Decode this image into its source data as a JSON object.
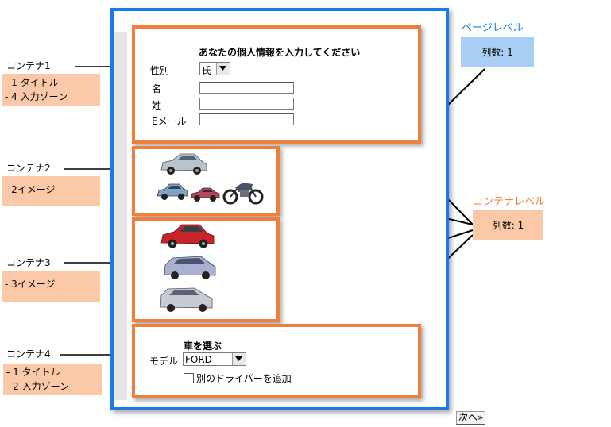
{
  "page_level": {
    "title": "ページレベル",
    "columns": "列数: 1",
    "title_color": "#1a7be6",
    "box_color": "#a9cff5"
  },
  "container_level": {
    "title": "コンテナレベル",
    "columns": "列数: 1",
    "title_color": "#f07f3c",
    "box_color": "#fbc9a8"
  },
  "annotations": [
    {
      "name": "コンテナ1",
      "lines": [
        "- 1 タイトル",
        "- 4 入力ゾーン"
      ]
    },
    {
      "name": "コンテナ2",
      "lines": [
        "- 2イメージ"
      ]
    },
    {
      "name": "コンテナ3",
      "lines": [
        "- 3イメージ"
      ]
    },
    {
      "name": "コンテナ4",
      "lines": [
        "- 1 タイトル",
        "- 2 入力ゾーン"
      ]
    }
  ],
  "form1": {
    "title": "あなたの個人情報を入力してください",
    "gender_label": "性別",
    "gender_value": "氏",
    "first_name_label": "名",
    "last_name_label": "姓",
    "email_label": "Eメール"
  },
  "form4": {
    "title": "車を選ぶ",
    "model_label": "モデル",
    "model_value": "FORD",
    "add_driver_label": "別のドライバーを追加"
  },
  "next_button": "次へ»",
  "images": {
    "container2": [
      "silver-hatchback",
      "blue-sedan",
      "red-coupe",
      "motorcycle"
    ],
    "container3": [
      "red-hatchback",
      "silver-minivan",
      "silver-mpv"
    ]
  },
  "colors": {
    "page_border": "#1a7be6",
    "container_border": "#f07f3c",
    "annotation_bg": "#fbc9a8"
  }
}
